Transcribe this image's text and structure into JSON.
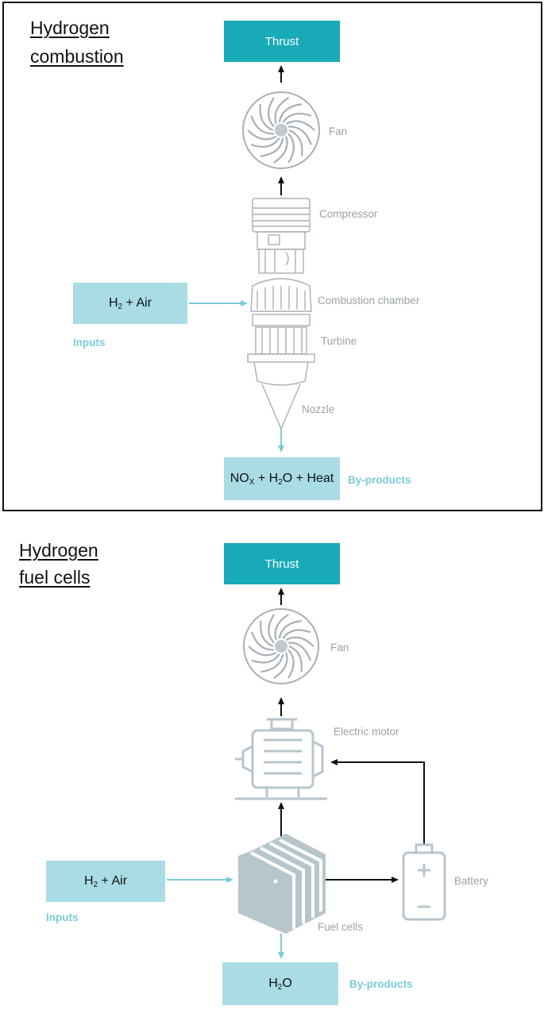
{
  "combustion": {
    "title_line1": "Hydrogen",
    "title_line2": "combustion",
    "thrust": "Thrust",
    "fan": "Fan",
    "compressor": "Compressor",
    "combustion_chamber": "Combustion chamber",
    "turbine": "Turbine",
    "nozzle": "Nozzle",
    "input_h": "H",
    "input_sub": "2",
    "input_rest": " + Air",
    "inputs_label": "Inputs",
    "byp_no": "NO",
    "byp_no_sub": "X",
    "byp_mid": " + H",
    "byp_mid_sub": "2",
    "byp_end": "O + Heat",
    "byproducts_label": "By-products"
  },
  "fuelcells": {
    "title_line1": "Hydrogen",
    "title_line2": "fuel cells",
    "thrust": "Thrust",
    "fan": "Fan",
    "electric_motor": "Electric motor",
    "battery": "Battery",
    "fuel_cells": "Fuel cells",
    "input_h": "H",
    "input_sub": "2",
    "input_rest": " + Air",
    "inputs_label": "Inputs",
    "byp_h": "H",
    "byp_sub": "2",
    "byp_o": "O",
    "byproducts_label": "By-products"
  },
  "colors": {
    "thrust_box": "#18aab6",
    "light_box": "#a9dce5",
    "cyan_text": "#7ccbd8",
    "gray_art": "#a8b0b6",
    "steel_art": "#b7c6cc"
  }
}
